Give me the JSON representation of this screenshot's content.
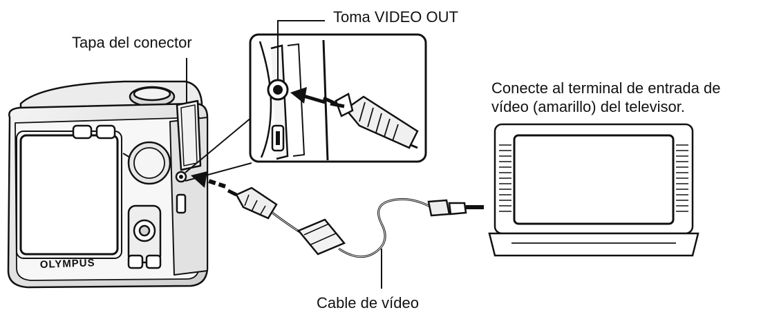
{
  "labels": {
    "video_out": "Toma VIDEO OUT",
    "connector_cover": "Tapa del conector",
    "connect_line1": "Conecte al terminal de entrada de",
    "connect_line2": "vídeo (amarillo) del televisor.",
    "cable": "Cable de vídeo"
  },
  "camera": {
    "brand": "OLYMPUS"
  },
  "colors": {
    "ink": "#111111",
    "paper": "#ffffff",
    "shade": "#dcdcdc"
  }
}
